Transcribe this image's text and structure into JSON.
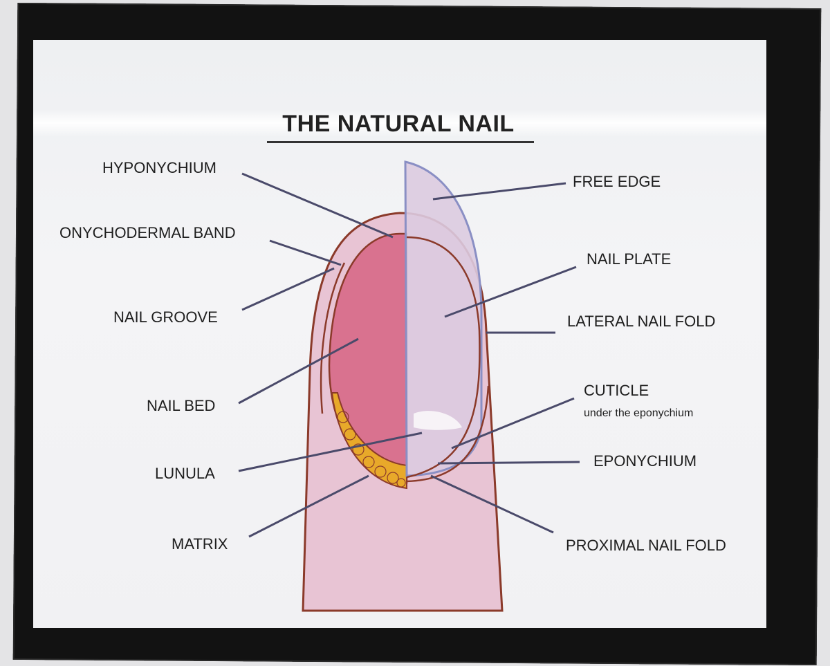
{
  "title": "THE NATURAL NAIL",
  "labels": {
    "hyponychium": "HYPONYCHIUM",
    "onychodermal_band": "ONYCHODERMAL BAND",
    "nail_groove": "NAIL GROOVE",
    "nail_bed": "NAIL BED",
    "lunula": "LUNULA",
    "matrix": "MATRIX",
    "free_edge": "FREE EDGE",
    "nail_plate": "NAIL PLATE",
    "lateral_nail_fold": "LATERAL NAIL FOLD",
    "cuticle": "CUTICLE",
    "cuticle_note": "under the eponychium",
    "eponychium": "EPONYCHIUM",
    "proximal_nail_fold": "PROXIMAL NAIL FOLD"
  },
  "colors": {
    "frame": "#121212",
    "finger": "#e8c4d4",
    "finger_outline": "#8b3a2a",
    "nail_bed": "#d9728f",
    "nail_plate_overlay": "#dccbe0",
    "matrix": "#e8a92a",
    "leader_line": "#4a4a6a"
  }
}
